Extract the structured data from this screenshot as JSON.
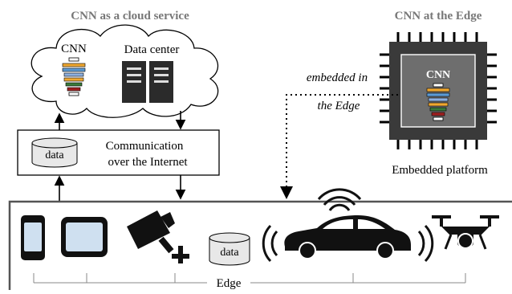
{
  "headings": {
    "cloud": "CNN as a cloud service",
    "edge": "CNN at the Edge"
  },
  "cloud": {
    "cnn_label": "CNN",
    "datacenter_label": "Data center"
  },
  "communication": {
    "data_label": "data",
    "line1": "Communication",
    "line2": "over the Internet"
  },
  "chip": {
    "cnn_label": "CNN",
    "caption": "Embedded platform"
  },
  "embedded_note": {
    "line1": "embedded in",
    "line2": "the Edge"
  },
  "edge_row": {
    "data_label": "data",
    "axis_label": "Edge"
  },
  "cnn_layer_colors": [
    "#ffffff",
    "#f0a830",
    "#5b9bd5",
    "#8db0e0",
    "#f0a830",
    "#7aa0d8",
    "#3a7a3a",
    "#a02020",
    "#ffffff"
  ]
}
